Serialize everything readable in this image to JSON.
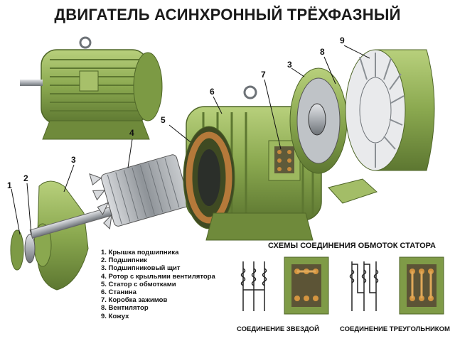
{
  "title": "ДВИГАТЕЛЬ АСИНХРОННЫЙ ТРЁХФАЗНЫЙ",
  "callouts": [
    "1",
    "2",
    "3",
    "4",
    "5",
    "6",
    "7",
    "8",
    "9",
    "3"
  ],
  "legend": [
    "1. Крышка подшипника",
    "2. Подшипник",
    "3. Подшипниковый щит",
    "4. Ротор с крыльями вентилятора",
    "5. Статор с обмотками",
    "6. Станина",
    "7. Коробка зажимов",
    "8. Вентилятор",
    "9. Кожух"
  ],
  "schemes": {
    "title": "СХЕМЫ СОЕДИНЕНИЯ ОБМОТОК СТАТОРА",
    "star": "СОЕДИНЕНИЕ ЗВЕЗДОЙ",
    "delta": "СОЕДИНЕНИЕ ТРЕУГОЛЬНИКОМ"
  },
  "colors": {
    "body": "#8aa84f",
    "body_dark": "#5f7a32",
    "body_light": "#b6cf7a",
    "copper": "#b5793a",
    "steel": "#b9bcc0",
    "text": "#111111"
  }
}
